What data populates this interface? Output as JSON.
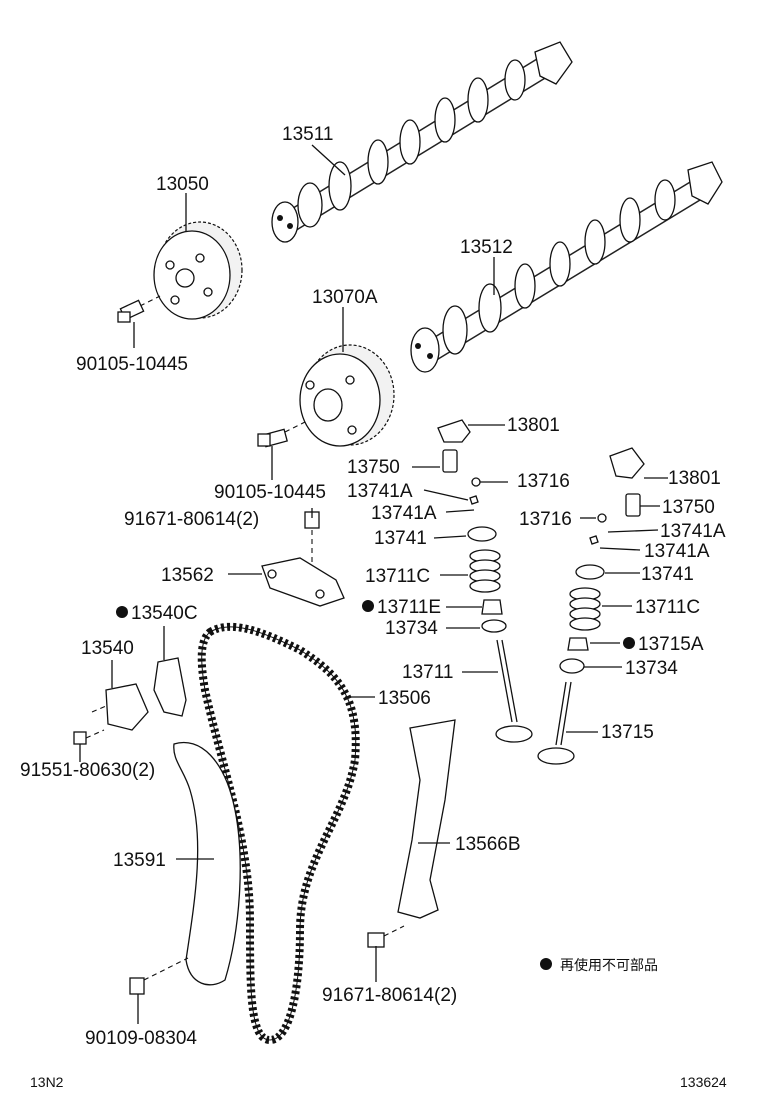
{
  "labels": {
    "p13511": "13511",
    "p13050": "13050",
    "p13512": "13512",
    "p13070A": "13070A",
    "p90105a": "90105-10445",
    "p90105b": "90105-10445",
    "p13801a": "13801",
    "p13750a": "13750",
    "p13716a": "13716",
    "p13741Aa": "13741A",
    "p13741Ab": "13741A",
    "p13741a": "13741",
    "p13711Ca": "13711C",
    "p13711E": "13711E",
    "p13734a": "13734",
    "p13711": "13711",
    "p13801b": "13801",
    "p13750b": "13750",
    "p13716b": "13716",
    "p13741Ac": "13741A",
    "p13741Ad": "13741A",
    "p13741b": "13741",
    "p13711Cb": "13711C",
    "p13715A": "13715A",
    "p13734b": "13734",
    "p13715": "13715",
    "p91671a": "91671-80614(2)",
    "p13562": "13562",
    "p13540C": "13540C",
    "p13540": "13540",
    "p91551": "91551-80630(2)",
    "p13506": "13506",
    "p13591": "13591",
    "p13566B": "13566B",
    "p91671b": "91671-80614(2)",
    "p90109": "90109-08304"
  },
  "legend": {
    "text": "再使用不可部品"
  },
  "footer": {
    "left": "13N2",
    "right": "133624"
  }
}
